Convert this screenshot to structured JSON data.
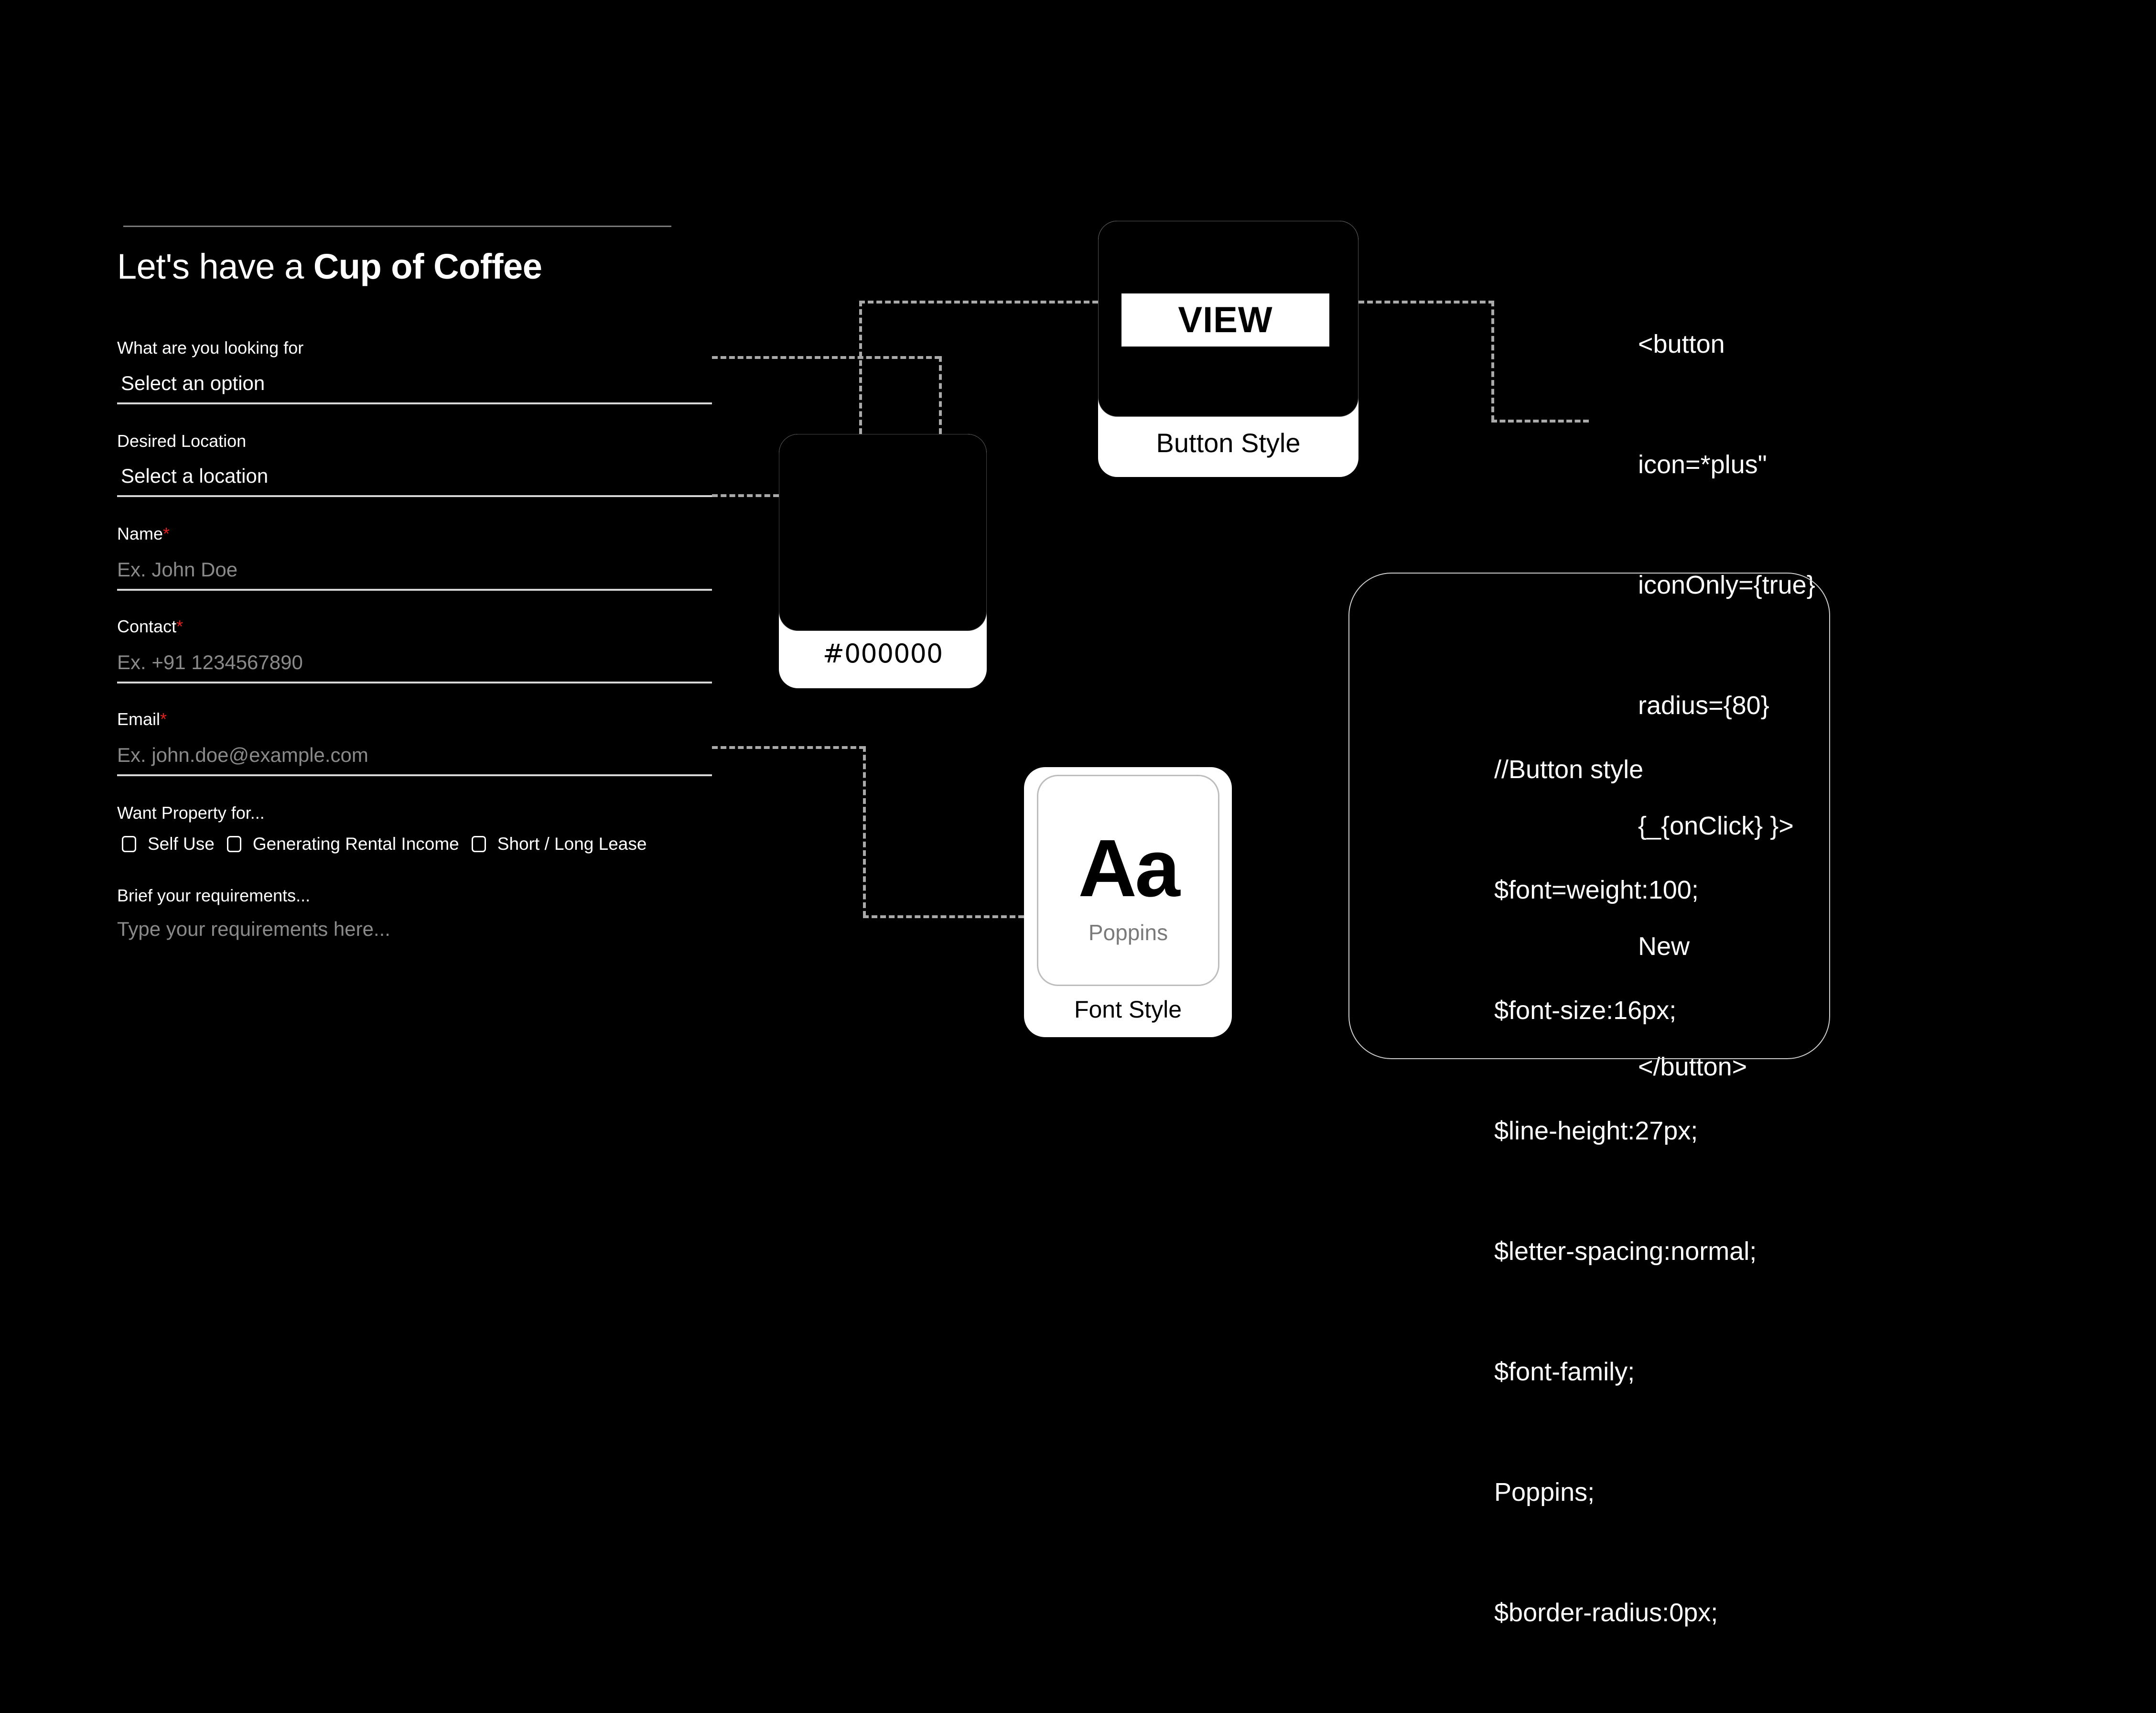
{
  "form": {
    "title_regular": "Let's have a ",
    "title_bold": "Cup of Coffee",
    "fields": [
      {
        "label": "What are you looking for",
        "required": false,
        "type": "select",
        "value": "Select an option"
      },
      {
        "label": "Desired Location",
        "required": false,
        "type": "select",
        "value": "Select a location"
      },
      {
        "label": "Name",
        "required": true,
        "type": "text",
        "placeholder": "Ex. John Doe"
      },
      {
        "label": "Contact",
        "required": true,
        "type": "text",
        "placeholder": "Ex. +91 1234567890"
      },
      {
        "label": "Email",
        "required": true,
        "type": "text",
        "placeholder": "Ex. john.doe@example.com"
      }
    ],
    "required_marker": "*",
    "property_question": "Want Property for...",
    "property_options": [
      "Self Use",
      "Generating Rental Income",
      "Short / Long Lease"
    ],
    "requirements_label": "Brief your requirements...",
    "requirements_placeholder": "Type your requirements here..."
  },
  "color_swatch": {
    "color": "#000000",
    "label": "#000000"
  },
  "button_style": {
    "button_label": "VIEW",
    "caption": "Button Style"
  },
  "code_snippet": {
    "lines": [
      "<button",
      "icon=*plus\"",
      "iconOnly={true}",
      "radius={80}",
      "{_{onClick} }>",
      "New",
      "</button>"
    ]
  },
  "font_style": {
    "sample": "Aa",
    "font_name": "Poppins",
    "caption": "Font Style"
  },
  "style_code": {
    "lines": [
      "//Button style",
      "$font=weight:100;",
      "$font-size:16px;",
      "$line-height:27px;",
      "$letter-spacing:normal;",
      "$font-family;",
      "Poppins;",
      "$border-radius:0px;"
    ]
  },
  "colors": {
    "background": "#000000",
    "foreground": "#ffffff",
    "required": "#e0201c",
    "connector": "#aaaaaa",
    "placeholder": "#8a8a8a"
  }
}
